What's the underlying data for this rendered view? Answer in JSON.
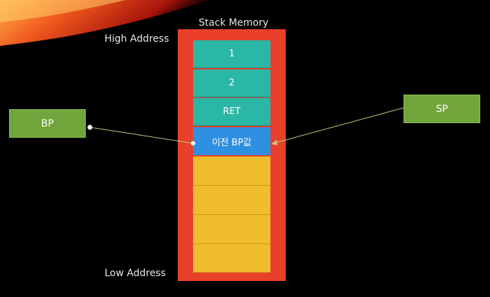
{
  "diagram": {
    "title": "Stack Memory",
    "high_address_label": "High Address",
    "low_address_label": "Low Address",
    "stack_cells": [
      {
        "label": "1",
        "kind": "teal"
      },
      {
        "label": "2",
        "kind": "teal"
      },
      {
        "label": "RET",
        "kind": "teal"
      },
      {
        "label": "이전 BP값",
        "kind": "blue"
      },
      {
        "label": "",
        "kind": "yellow"
      },
      {
        "label": "",
        "kind": "yellow"
      },
      {
        "label": "",
        "kind": "yellow"
      },
      {
        "label": "",
        "kind": "yellow"
      }
    ],
    "registers": {
      "bp": {
        "label": "BP",
        "points_to_cell": 3
      },
      "sp": {
        "label": "SP",
        "points_to_cell": 3
      }
    },
    "colors": {
      "stack_frame": "#e8402a",
      "teal_cell": "#2bb7a6",
      "blue_cell": "#2f8fe0",
      "yellow_cell": "#efbd2e",
      "register_box": "#71a43a",
      "pointer_line": "#c8c87a"
    }
  }
}
